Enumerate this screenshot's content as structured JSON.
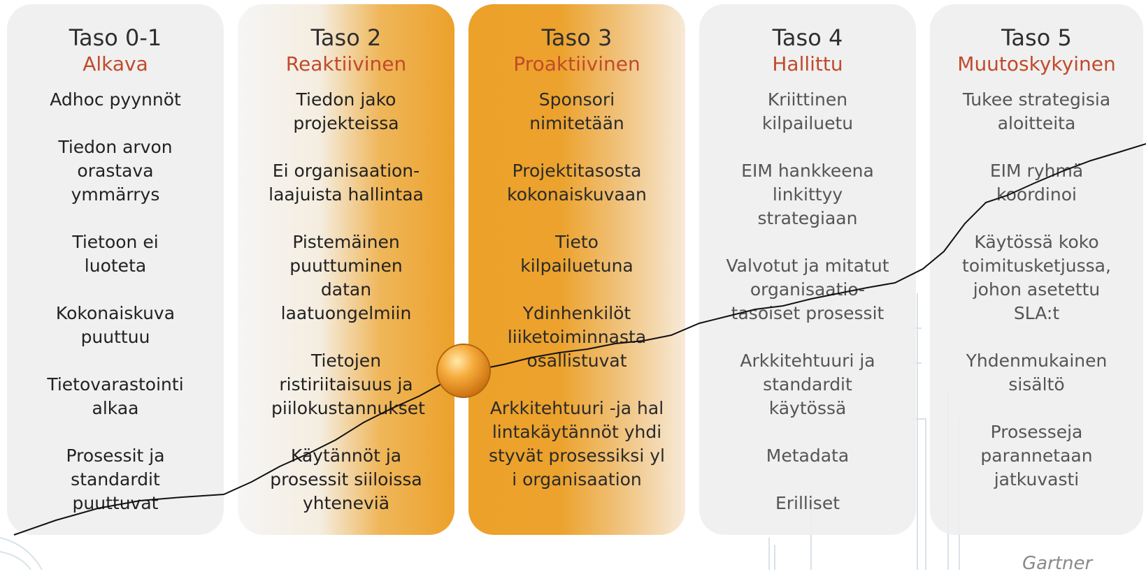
{
  "levels": [
    {
      "title": "Taso 0-1",
      "subtitle": "Alkava",
      "items": [
        "Adhoc pyynnöt",
        "Tiedon arvon orastava ymmärrys",
        "Tietoon ei luoteta",
        "Kokonaiskuva puuttuu",
        "Tietovarastointi alkaa",
        "Prosessit  ja standardit puuttuvat"
      ]
    },
    {
      "title": "Taso 2",
      "subtitle": "Reaktiivinen",
      "items": [
        "Tiedon jako projekteissa",
        "Ei organisaation-laajuista hallintaa",
        "Pistemäinen puuttuminen datan laatuongelmiin",
        "Tietojen ristiriitaisuus ja piilokustannukset",
        "Käytännöt ja prosessit siiloissa yhteneviä"
      ]
    },
    {
      "title": "Taso 3",
      "subtitle": "Proaktiivinen",
      "items": [
        "Sponsori nimitetään",
        "Projektitasosta kokonaiskuvaan",
        "Tieto kilpailuetuna",
        "Ydinhenkilöt liiketoiminnasta osallistuvat",
        "Arkkitehtuuri -ja hallintakäytännöt yhdistyvät prosessiksi yli organisaation"
      ]
    },
    {
      "title": "Taso 4",
      "subtitle": "Hallittu",
      "items": [
        "Kriittinen kilpailuetu",
        "EIM hankkeena linkittyy strategiaan",
        "Valvotut ja mitatut organisaatio-tasoiset prosessit",
        "Arkkitehtuuri ja standardit käytössä",
        "Metadata",
        "Erilliset"
      ]
    },
    {
      "title": "Taso 5",
      "subtitle": "Muutoskykyinen",
      "items": [
        "Tukee strategisia aloitteita",
        "EIM ryhmä koordinoi",
        "Käytössä koko toimitusketjussa, johon asetettu SLA:t",
        "Yhdenmukainen sisältö",
        "Prosesseja parannetaan jatkuvasti"
      ]
    }
  ],
  "source": "Gartner",
  "colors": {
    "title": "#2f2f2f",
    "subtitle": "#c14a2b",
    "accent": "#eca12a",
    "panel": "#eeeeee",
    "marker": "#f29a1e"
  }
}
